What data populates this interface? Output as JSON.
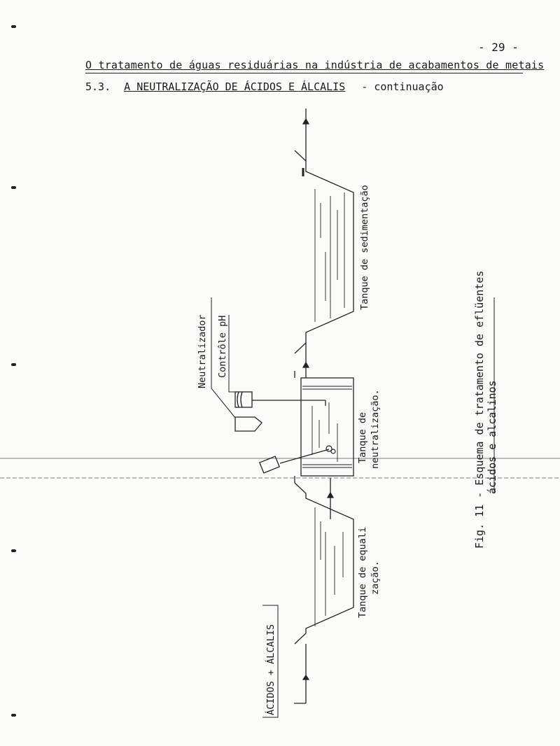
{
  "page": {
    "number": "- 29 -",
    "header_title": "O tratamento de águas residuárias na indústria de acabamentos de metais",
    "section_number": "5.3.",
    "section_title": "A NEUTRALIZAÇÃO DE ÁCIDOS E ÁLCALIS",
    "section_suffix": "- continuação"
  },
  "diagram": {
    "inlet_label": "ÁCIDOS + ÁLCALIS",
    "equalization_tank_label_1": "Tanque de equali",
    "equalization_tank_label_2": "zação.",
    "neutralization_tank_label_1": "Tanque de",
    "neutralization_tank_label_2": "neutralização.",
    "sedimentation_tank_label": "Tanque de sedimentação",
    "neutralizer_label": "Neutralizador",
    "ph_control_label": "Contrôle pH"
  },
  "caption": {
    "line1": "Fig. 11 - Esquema de tratamento de eflüentes",
    "line2": "ácidos e alcalinos"
  }
}
